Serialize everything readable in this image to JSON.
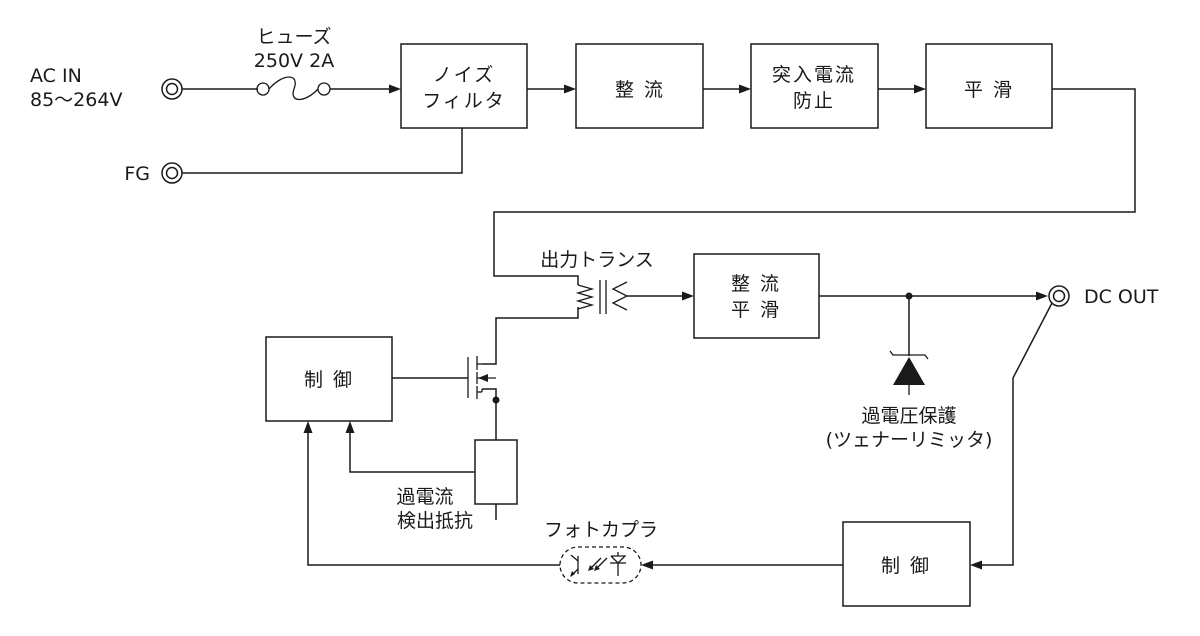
{
  "input": {
    "ac_in": [
      "AC IN",
      "85〜264V"
    ],
    "fg": "FG",
    "fuse": [
      "ヒューズ",
      "250V 2A"
    ]
  },
  "blocks": {
    "noise_filter": [
      "ノイズ",
      "フィルタ"
    ],
    "rectifier": [
      "整 流"
    ],
    "inrush": [
      "突入電流",
      "防止"
    ],
    "smoothing": [
      "平 滑"
    ],
    "output_rectifier": [
      "整 流",
      "平 滑"
    ],
    "control_left": [
      "制 御"
    ],
    "control_right": [
      "制 御"
    ]
  },
  "components": {
    "transformer": "出力トランス",
    "overvoltage": [
      "過電圧保護",
      "(ツェナーリミッタ)"
    ],
    "current_sense": [
      "過電流",
      "検出抵抗"
    ],
    "photocoupler": "フォトカプラ"
  },
  "output": {
    "dc_out": "DC OUT"
  }
}
